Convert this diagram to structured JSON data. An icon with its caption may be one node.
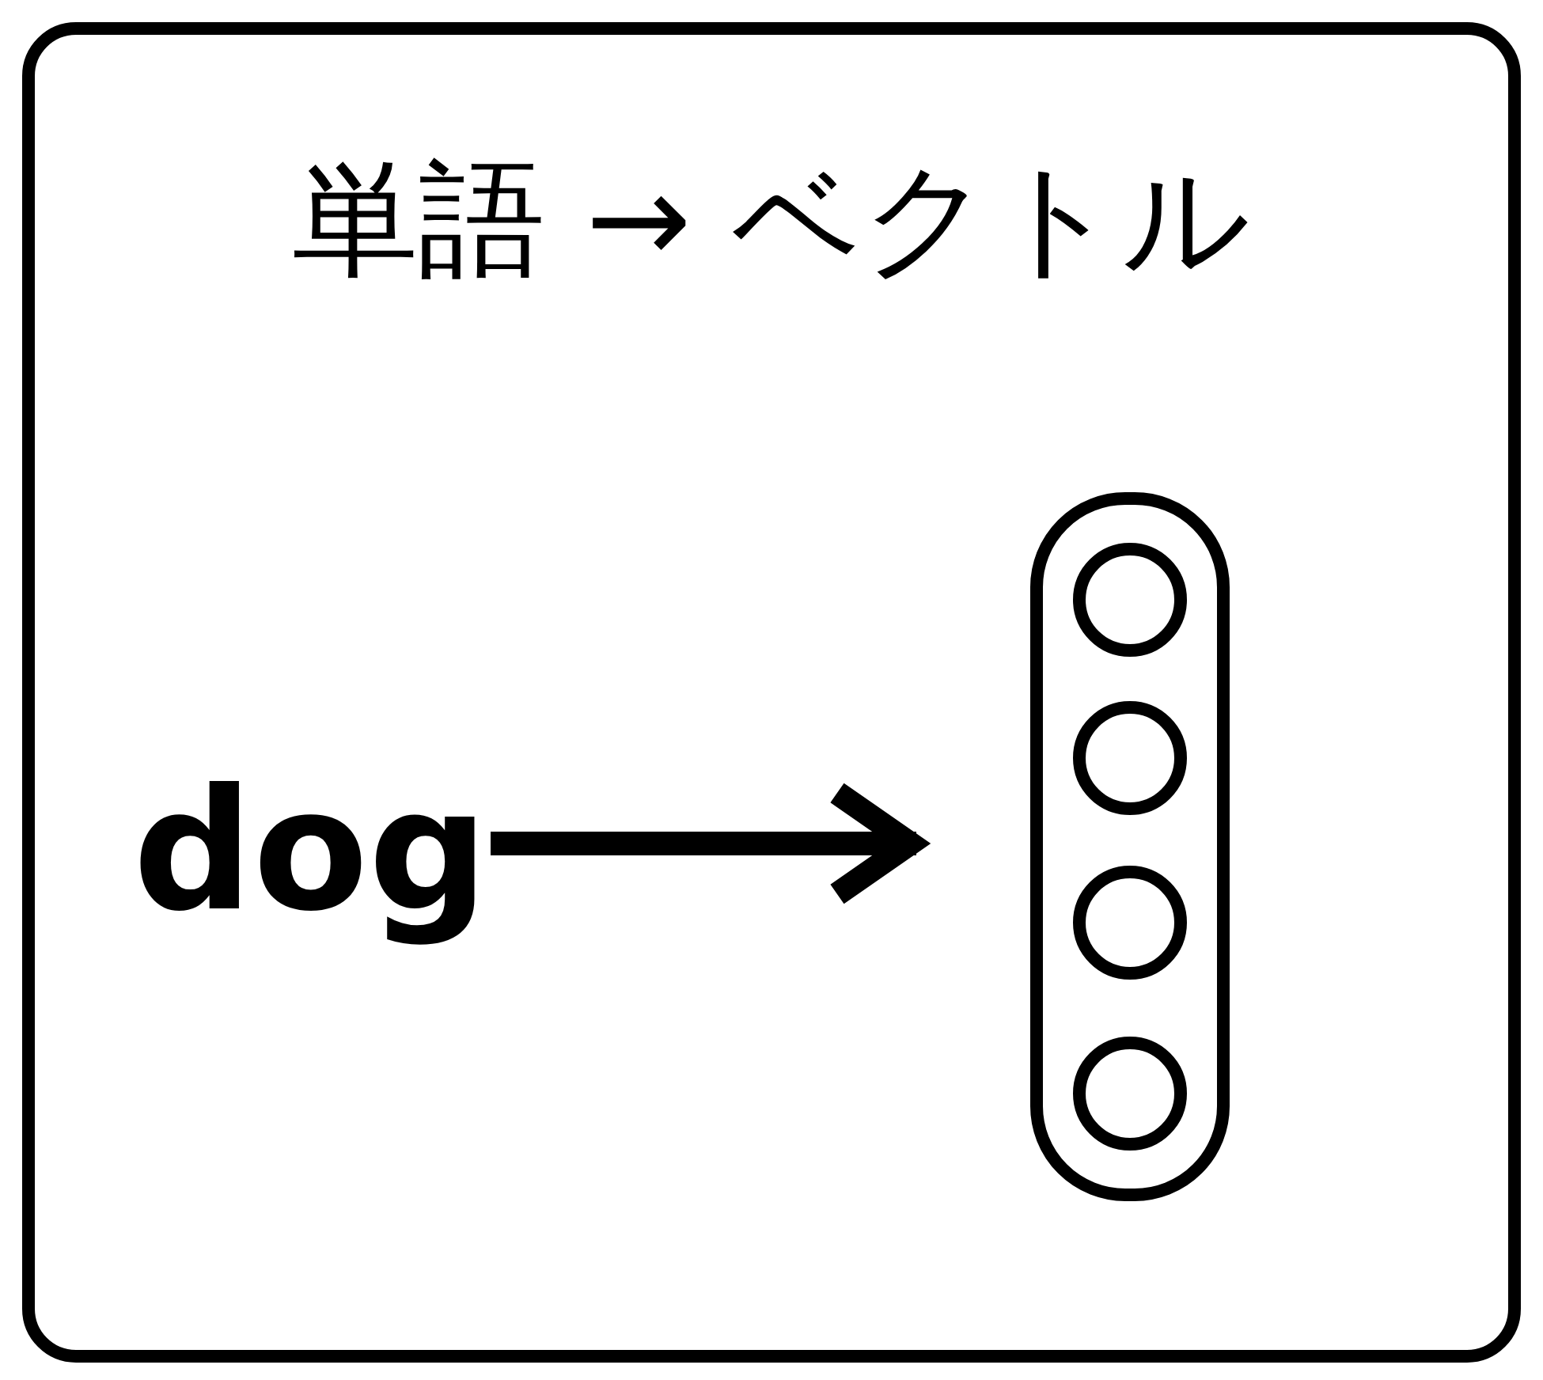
{
  "diagram": {
    "title": "単語 → ベクトル",
    "nodes": [
      {
        "text": [
          "dog"
        ]
      },
      {
        "text": [],
        "shape": "box"
      }
    ],
    "edges": [
      {
        "from": 0,
        "to": 1,
        "arrow": "to"
      }
    ]
  }
}
